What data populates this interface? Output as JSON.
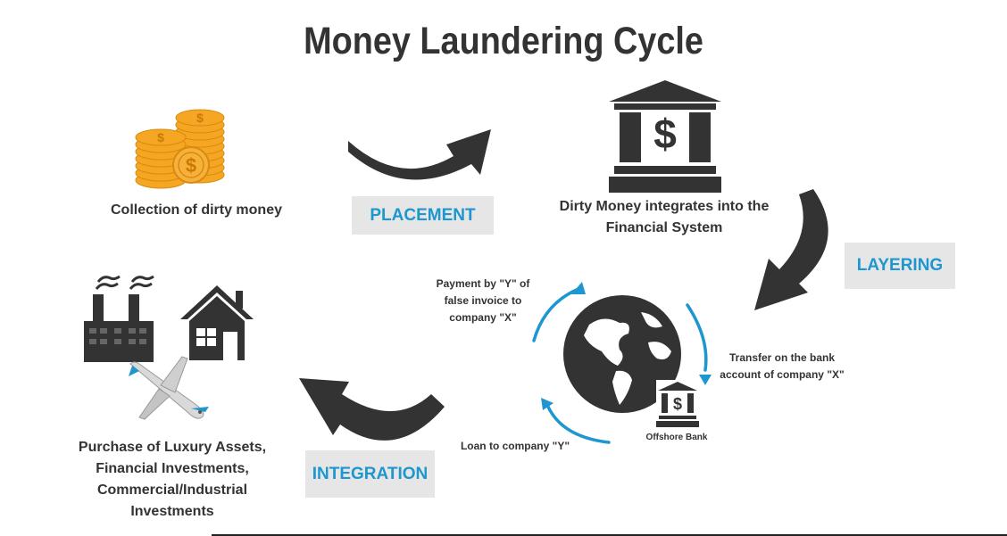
{
  "title": "Money Laundering Cycle",
  "stages": {
    "placement": "PLACEMENT",
    "layering": "LAYERING",
    "integration": "INTEGRATION"
  },
  "labels": {
    "collection": "Collection of dirty money",
    "dirty_money": "Dirty Money integrates into the Financial System",
    "purchase": "Purchase of Luxury Assets, Financial Investments, Commercial/Industrial Investments"
  },
  "layering_cycle": {
    "payment": "Payment by \"Y\" of false invoice to company \"X\"",
    "transfer": "Transfer on the bank account of company \"X\"",
    "loan": "Loan to company \"Y\"",
    "offshore": "Offshore Bank"
  },
  "colors": {
    "dark": "#333333",
    "accent": "#1e96cf",
    "coin": "#f5a623",
    "stage_bg": "#e6e6e6"
  },
  "icons": [
    "coins-icon",
    "bank-icon",
    "globe-icon",
    "offshore-bank-icon",
    "factory-icon",
    "house-icon",
    "airplane-icon"
  ]
}
